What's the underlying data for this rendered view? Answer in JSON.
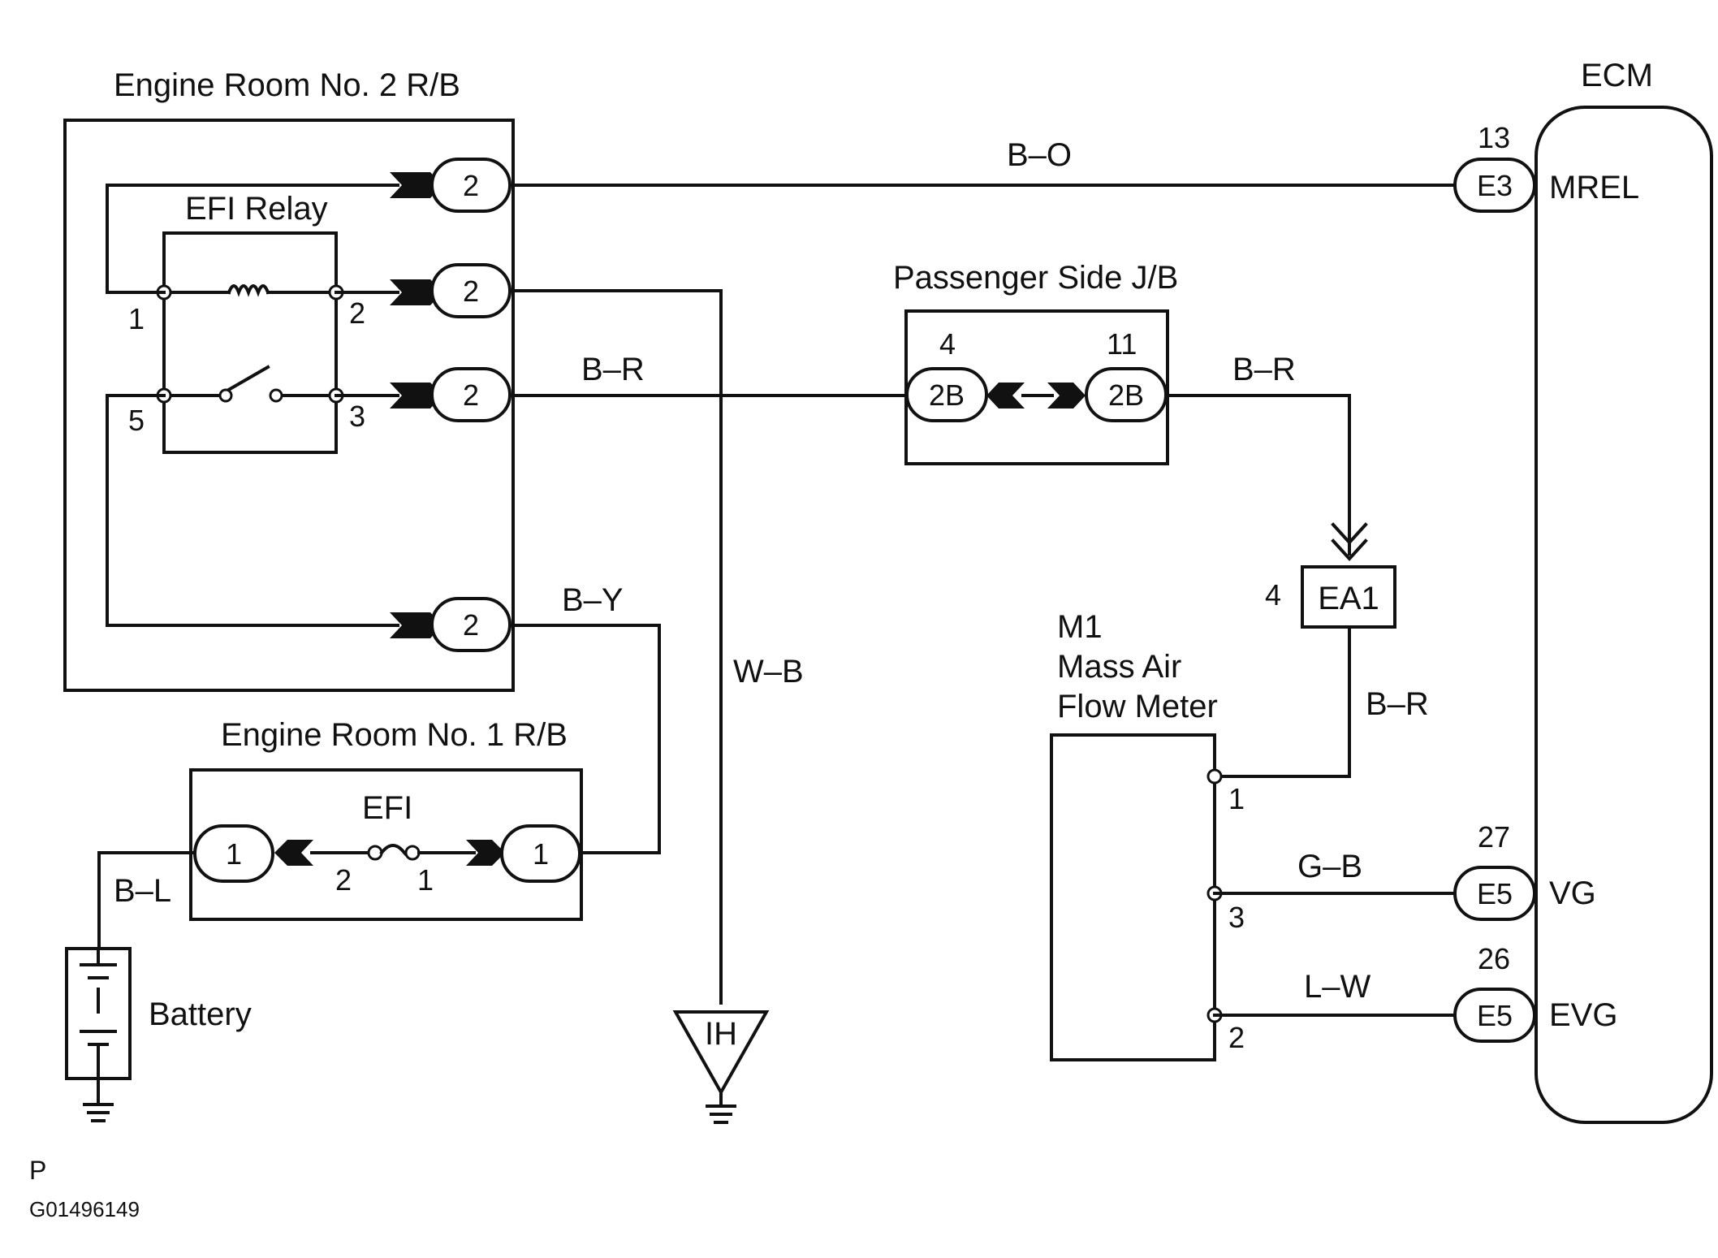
{
  "components": {
    "er2": {
      "title": "Engine Room No. 2 R/B",
      "connector_label": "2"
    },
    "relay": {
      "title": "EFI Relay",
      "pins": [
        "1",
        "2",
        "5",
        "3"
      ]
    },
    "er1": {
      "title": "Engine Room No. 1 R/B",
      "fuse": "EFI",
      "connector_label": "1",
      "fuse_pins": [
        "2",
        "1"
      ]
    },
    "jb": {
      "title": "Passenger Side J/B",
      "connector": "2B",
      "pins": [
        "4",
        "11"
      ]
    },
    "ea1": {
      "label": "EA1",
      "pin": "4"
    },
    "maf": {
      "title_lines": [
        "M1",
        "Mass Air",
        "Flow Meter"
      ],
      "pins": [
        "1",
        "3",
        "2"
      ]
    },
    "ecm": {
      "title": "ECM"
    },
    "battery": {
      "label": "Battery"
    },
    "ground_point": {
      "label": "IH"
    }
  },
  "ecm_terminals": [
    {
      "pin": "13",
      "connector": "E3",
      "signal": "MREL"
    },
    {
      "pin": "27",
      "connector": "E5",
      "signal": "VG"
    },
    {
      "pin": "26",
      "connector": "E5",
      "signal": "EVG"
    }
  ],
  "wires": {
    "b_o": "B–O",
    "b_r_1": "B–R",
    "b_r_2": "B–R",
    "b_r_3": "B–R",
    "b_y": "B–Y",
    "w_b": "W–B",
    "b_l": "B–L",
    "g_b": "G–B",
    "l_w": "L–W"
  },
  "footer": {
    "code": "P",
    "figure_id": "G01496149"
  }
}
